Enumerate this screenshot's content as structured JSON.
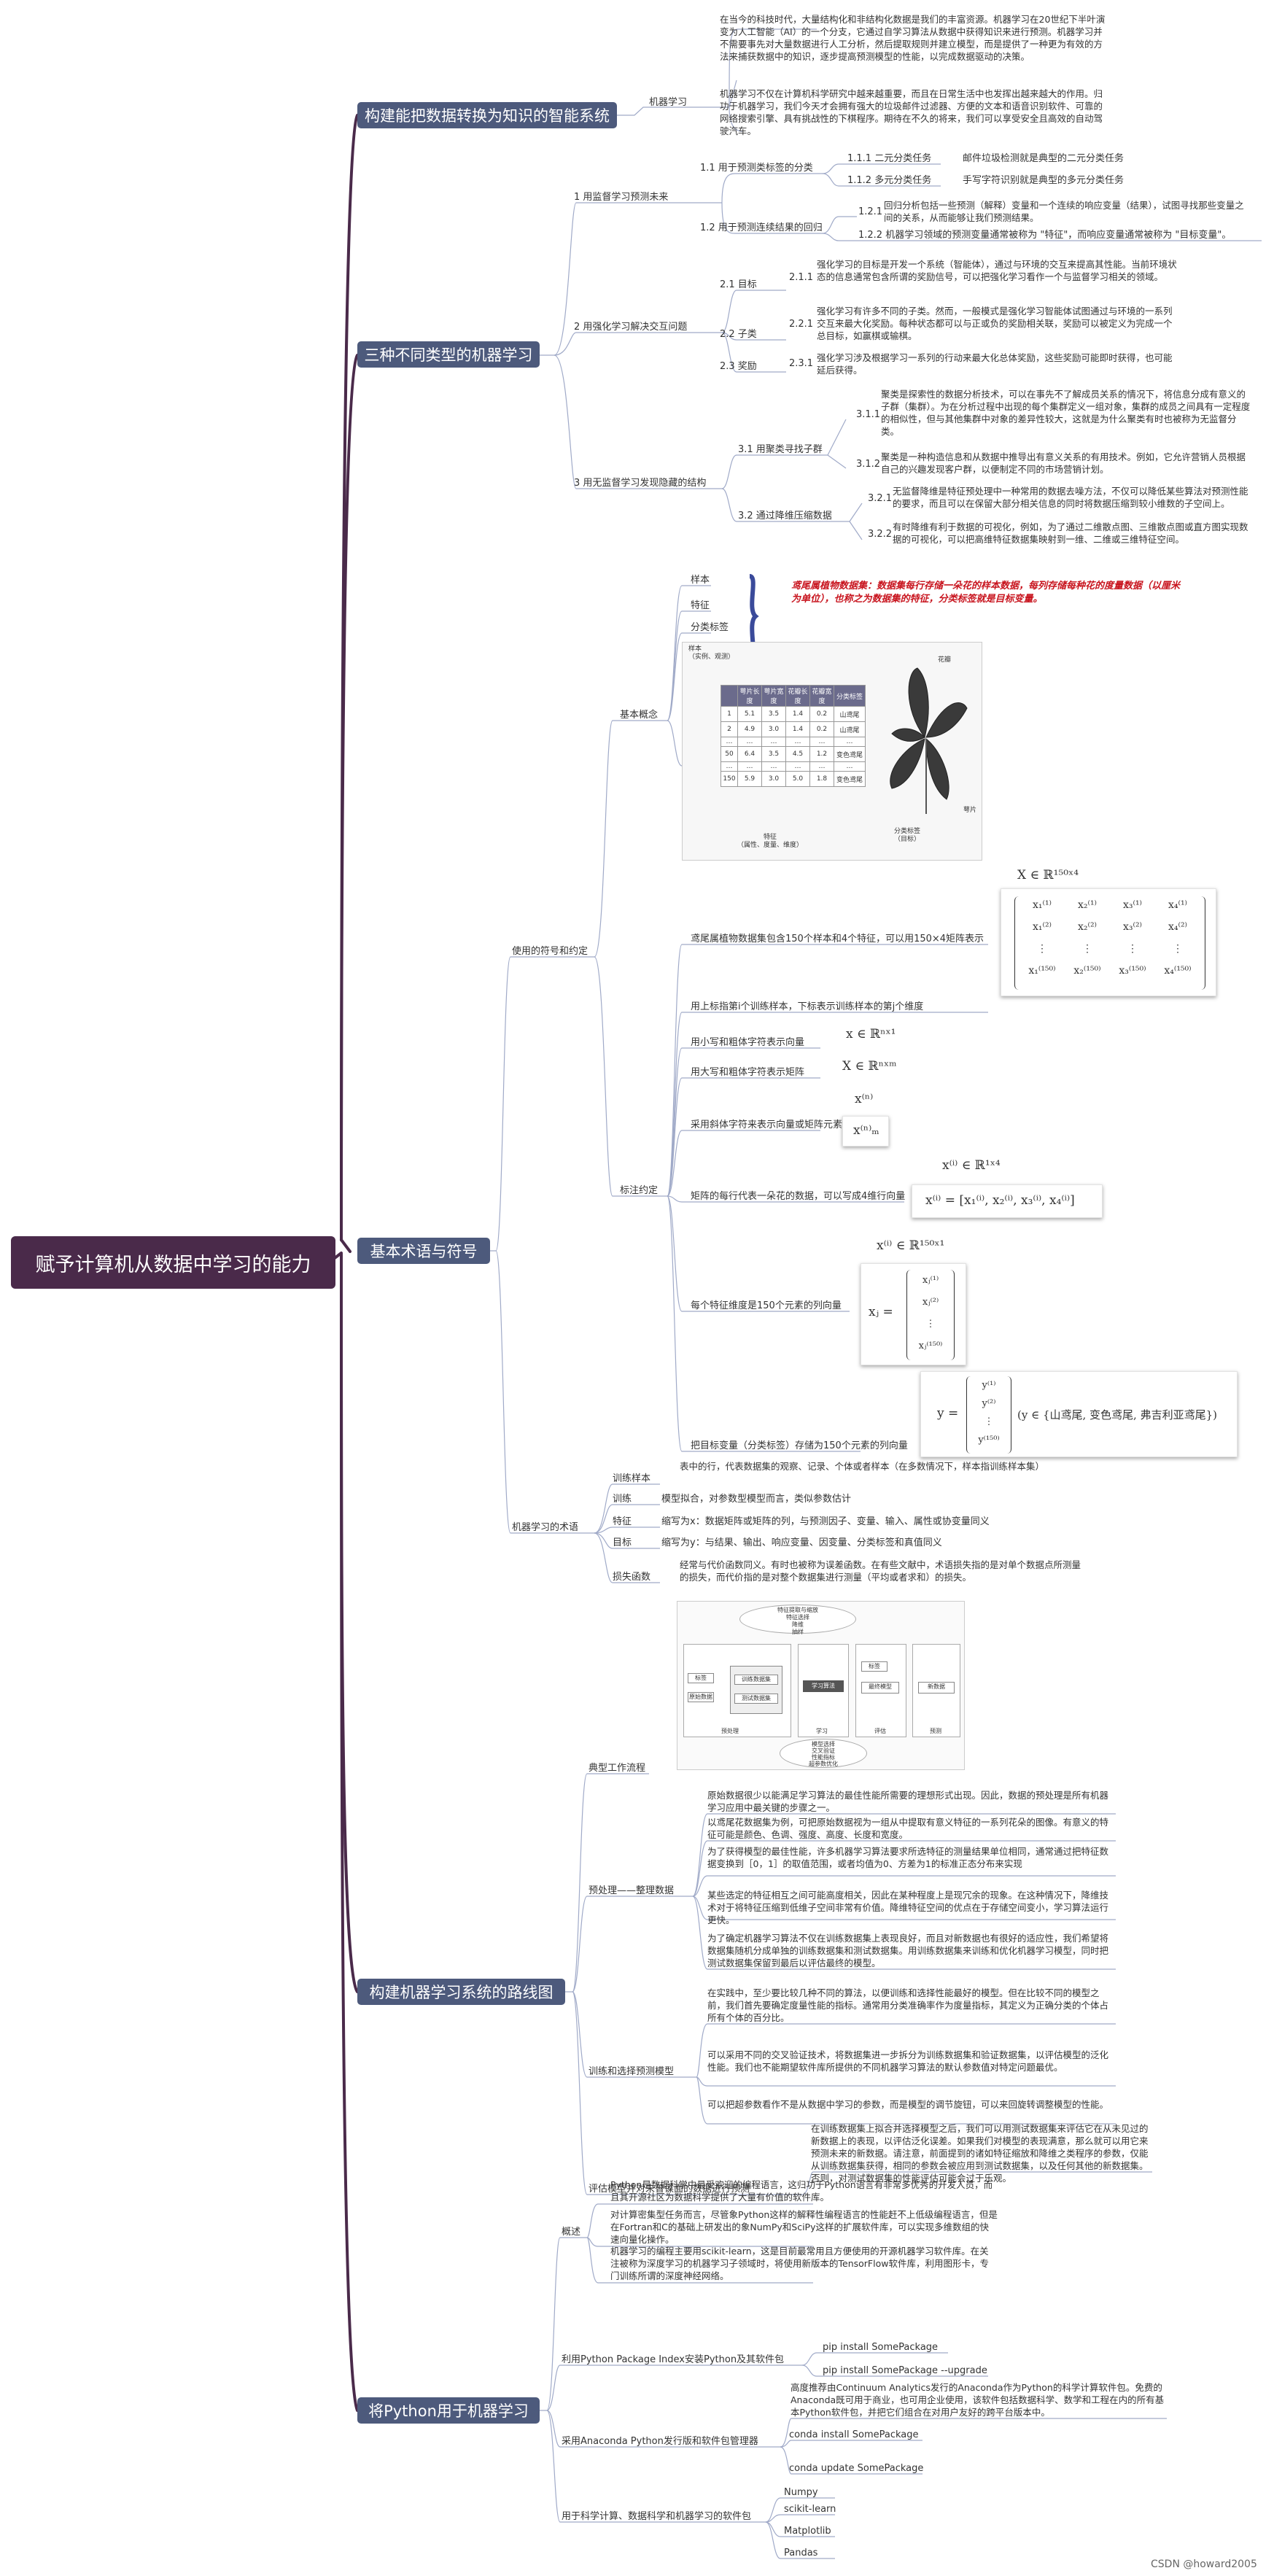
{
  "root": "赋予计算机从数据中学习的能力",
  "main": [
    "构建能把数据转换为知识的智能系统",
    "三种不同类型的机器学习",
    "基本术语与符号",
    "构建机器学习系统的路线图",
    "将Python用于机器学习"
  ],
  "b1": {
    "ml": "机器学习",
    "t1": "在当今的科技时代，大量结构化和非结构化数据是我们的丰富资源。机器学习在20世纪下半叶演变为人工智能（AI）的一个分支，它通过自学习算法从数据中获得知识来进行预测。机器学习并不需要事先对大量数据进行人工分析，然后提取规则并建立模型，而是提供了一种更为有效的方法来捕获数据中的知识，逐步提高预测模型的性能，以完成数据驱动的决策。",
    "t2": "机器学习不仅在计算机科学研究中越来越重要，而且在日常生活中也发挥出越来越大的作用。归功于机器学习，我们今天才会拥有强大的垃圾邮件过滤器、方便的文本和语音识别软件、可靠的网络搜索引擎、具有挑战性的下棋程序。期待在不久的将来，我们可以享受安全且高效的自动驾驶汽车。"
  },
  "b2": {
    "s1": "1 用监督学习预测未来",
    "s11": "1.1 用于预测类标签的分类",
    "s111": "1.1.1 二元分类任务",
    "s111t": "邮件垃圾检测就是典型的二元分类任务",
    "s112": "1.1.2 多元分类任务",
    "s112t": "手写字符识别就是典型的多元分类任务",
    "s12": "1.2 用于预测连续结果的回归",
    "s121": "1.2.1",
    "s121t": "回归分析包括一些预测（解释）变量和一个连续的响应变量（结果），试图寻找那些变量之间的关系，从而能够让我们预测结果。",
    "s122": "1.2.2 机器学习领域的预测变量通常被称为 \"特征\"，而响应变量通常被称为 \"目标变量\"。",
    "s2": "2 用强化学习解决交互问题",
    "s21": "2.1 目标",
    "s211": "2.1.1",
    "s211t": "强化学习的目标是开发一个系统（智能体），通过与环境的交互来提高其性能。当前环境状态的信息通常包含所谓的奖励信号，可以把强化学习看作一个与监督学习相关的领域。",
    "s22": "2.2 子类",
    "s221": "2.2.1",
    "s221t": "强化学习有许多不同的子类。然而，一般模式是强化学习智能体试图通过与环境的一系列交互来最大化奖励。每种状态都可以与正或负的奖励相关联，奖励可以被定义为完成一个总目标，如赢棋或输棋。",
    "s23": "2.3 奖励",
    "s231": "2.3.1",
    "s231t": "强化学习涉及根据学习一系列的行动来最大化总体奖励，这些奖励可能即时获得，也可能延后获得。",
    "s3": "3 用无监督学习发现隐藏的结构",
    "s31": "3.1 用聚类寻找子群",
    "s311": "3.1.1",
    "s311t": "聚类是探索性的数据分析技术，可以在事先不了解成员关系的情况下，将信息分成有意义的子群（集群）。为在分析过程中出现的每个集群定义一组对象，集群的成员之间具有一定程度的相似性，但与其他集群中对象的差异性较大，这就是为什么聚类有时也被称为无监督分类。",
    "s312": "3.1.2",
    "s312t": "聚类是一种构造信息和从数据中推导出有意义关系的有用技术。例如，它允许营销人员根据自己的兴趣发现客户群，以便制定不同的市场营销计划。",
    "s32": "3.2 通过降维压缩数据",
    "s321": "3.2.1",
    "s321t": "无监督降维是特征预处理中一种常用的数据去噪方法，不仅可以降低某些算法对预测性能的要求，而且可以在保留大部分相关信息的同时将数据压缩到较小维数的子空间上。",
    "s322": "3.2.2",
    "s322t": "有时降维有利于数据的可视化，例如，为了通过二维散点图、三维散点图或直方图实现数据的可视化，可以把高维特征数据集映射到一维、二维或三维特征空间。"
  },
  "b3": {
    "usage": "使用的符号和约定",
    "basic": "基本概念",
    "sample": "样本",
    "feature": "特征",
    "label": "分类标签",
    "red": "鸢尾属植物数据集：数据集每行存储一朵花的样本数据，每列存储每种花的度量数据（以厘米为单位），也称之为数据集的特征，分类标签就是目标变量。",
    "fig": {
      "topnote1": "样本",
      "topnote2": "（实例、观测）",
      "petal": "花瓣",
      "sepal": "萼片",
      "head": [
        "",
        "萼片长度",
        "萼片宽度",
        "花瓣长度",
        "花瓣宽度",
        "分类标签"
      ],
      "rows": [
        [
          "1",
          "5.1",
          "3.5",
          "1.4",
          "0.2",
          "山鸢尾"
        ],
        [
          "2",
          "4.9",
          "3.0",
          "1.4",
          "0.2",
          "山鸢尾"
        ],
        [
          "…",
          "…",
          "…",
          "…",
          "…",
          "…"
        ],
        [
          "50",
          "6.4",
          "3.5",
          "4.5",
          "1.2",
          "变色鸢尾"
        ],
        [
          "…",
          "…",
          "…",
          "…",
          "…",
          "…"
        ],
        [
          "150",
          "5.9",
          "3.0",
          "5.0",
          "1.8",
          "变色鸢尾"
        ]
      ],
      "b1": "特征",
      "b2": "（属性、度量、维度）",
      "cl1": "分类标签",
      "cl2": "（目标）"
    },
    "conv": "标注约定",
    "c1": "鸢尾属植物数据集包含150个样本和4个特征，可以用150×4矩阵表示",
    "c1m": "X ∈ ℝ¹⁵⁰ˣ⁴",
    "c2": "用上标指第i个训练样本，下标表示训练样本的第j个维度",
    "c3": "用小写和粗体字符表示向量",
    "c3m": "x ∈ ℝⁿˣ¹",
    "c4": "用大写和粗体字符表示矩阵",
    "c4m": "X ∈ ℝⁿˣᵐ",
    "c5": "采用斜体字符来表示向量或矩阵元素",
    "c5m1": "x⁽ⁿ⁾",
    "c5m2": "x⁽ⁿ⁾ₘ",
    "c6": "矩阵的每行代表一朵花的数据，可以写成4维行向量",
    "c6m1": "x⁽ⁱ⁾ ∈ ℝ¹ˣ⁴",
    "c6m2": "x⁽ⁱ⁾ = [x₁⁽ⁱ⁾, x₂⁽ⁱ⁾, x₃⁽ⁱ⁾, x₄⁽ⁱ⁾]",
    "c7": "每个特征维度是150个元素的列向量",
    "c7m1": "x⁽ⁱ⁾ ∈ ℝ¹⁵⁰ˣ¹",
    "c7m2": "xⱼ =",
    "c7c": [
      "xⱼ⁽¹⁾",
      "xⱼ⁽²⁾",
      "⋮",
      "xⱼ⁽¹⁵⁰⁾"
    ],
    "c8": "把目标变量（分类标签）存储为150个元素的列向量",
    "c8m1": "y =",
    "c8c": [
      "y⁽¹⁾",
      "y⁽²⁾",
      "⋮",
      "y⁽¹⁵⁰⁾"
    ],
    "c8m2": "(y ∈ {山鸢尾, 变色鸢尾, 弗吉利亚鸢尾})",
    "mat": [
      [
        "x₁⁽¹⁾",
        "x₂⁽¹⁾",
        "x₃⁽¹⁾",
        "x₄⁽¹⁾"
      ],
      [
        "x₁⁽²⁾",
        "x₂⁽²⁾",
        "x₃⁽²⁾",
        "x₄⁽²⁾"
      ],
      [
        "⋮",
        "⋮",
        "⋮",
        "⋮"
      ],
      [
        "x₁⁽¹⁵⁰⁾",
        "x₂⁽¹⁵⁰⁾",
        "x₃⁽¹⁵⁰⁾",
        "x₄⁽¹⁵⁰⁾"
      ]
    ],
    "terms": "机器学习的术语",
    "tr": "训练样本",
    "trt": "表中的行，代表数据集的观察、记录、个体或者样本（在多数情况下，样本指训练样本集）",
    "tn": "训练",
    "tnt": "模型拟合，对参数型模型而言，类似参数估计",
    "ft": "特征",
    "ftt": "缩写为x：数据矩阵或矩阵的列，与预测因子、变量、输入、属性或协变量同义",
    "tg": "目标",
    "tgt": "缩写为y：与结果、输出、响应变量、因变量、分类标签和真值同义",
    "ls": "损失函数",
    "lst": "经常与代价函数同义。有时也被称为误差函数。在有些文献中，术语损失指的是对单个数据点所测量的损失，而代价指的是对整个数据集进行测量（平均或者求和）的损失。"
  },
  "b4": {
    "typical": "典型工作流程",
    "wf": {
      "top": [
        "特征提取与缩放",
        "特征选择",
        "降维",
        "抽样"
      ],
      "bot": [
        "模型选择",
        "交叉验证",
        "性能指标",
        "超参数优化"
      ],
      "label": "标签",
      "raw": "原始数据",
      "trainset": "训练数据集",
      "testset": "测试数据集",
      "alg": "学习算法",
      "final": "最终模型",
      "newdata": "新数据",
      "pre": "预处理",
      "learn": "学习",
      "eval": "评估",
      "pred": "预测"
    },
    "pre": "预处理——整理数据",
    "p1": "原始数据很少以能满足学习算法的最佳性能所需要的理想形式出现。因此，数据的预处理是所有机器学习应用中最关键的步骤之一。",
    "p2": "以鸢尾花数据集为例，可把原始数据视为一组从中提取有意义特征的一系列花朵的图像。有意义的特征可能是颜色、色调、强度、高度、长度和宽度。",
    "p3": "为了获得模型的最佳性能，许多机器学习算法要求所选特征的测量结果单位相同，通常通过把特征数据变换到［0，1］的取值范围，或者均值为0、方差为1的标准正态分布来实现",
    "p4": "某些选定的特征相互之间可能高度相关，因此在某种程度上是现冗余的现象。在这种情况下，降维技术对于将特征压缩到低维子空间非常有价值。降维特征空间的优点在于存储空间变小，学习算法运行更快。",
    "p5": "为了确定机器学习算法不仅在训练数据集上表现良好，而且对新数据也有很好的适应性，我们希望将数据集随机分成单独的训练数据集和测试数据集。用训练数据集来训练和优化机器学习模型，同时把测试数据集保留到最后以评估最终的模型。",
    "train": "训练和选择预测模型",
    "q1": "在实践中，至少要比较几种不同的算法，以便训练和选择性能最好的模型。但在比较不同的模型之前，我们首先要确定度量性能的指标。通常用分类准确率作为度量指标，其定义为正确分类的个体占所有个体的百分比。",
    "q2": "可以采用不同的交叉验证技术，将数据集进一步拆分为训练数据集和验证数据集，以评估模型的泛化性能。我们也不能期望软件库所提供的不同机器学习算法的默认参数值对特定问题最优。",
    "q3": "可以把超参数看作不是从数据中学习的参数，而是模型的调节旋钮，可以来回旋转调整模型的性能。",
    "eval": "评估模型并对未曾谋面的数据进行预测",
    "et": "在训练数据集上拟合并选择模型之后，我们可以用测试数据集来评估它在从未见过的新数据上的表现，以评估泛化误差。如果我们对模型的表现满意，那么就可以用它来预测未来的新数据。请注意，前面提到的诸如特征缩放和降维之类程序的参数，仅能从训练数据集获得，相同的参数会被应用到测试数据集，以及任何其他的新数据集。否则，对测试数据集的性能评估可能会过于乐观。"
  },
  "b5": {
    "ov": "概述",
    "o1": "Python是数据科学中最受欢迎的编程语言，这归功于Python语言有非常多优秀的开发人员，而且其开源社区为数据科学提供了大量有价值的软件库。",
    "o2": "对计算密集型任务而言，尽管象Python这样的解释性编程语言的性能赶不上低级编程语言，但是在Fortran和C的基础上研发出的象NumPy和SciPy这样的扩展软件库，可以实现多维数组的快速向量化操作。",
    "o3": "机器学习的编程主要用scikit-learn，这是目前最常用且方便使用的开源机器学习软件库。在关注被称为深度学习的机器学习子领域时，将使用新版本的TensorFlow软件库，利用图形卡，专门训练所谓的深度神经网络。",
    "pip": "利用Python Package Index安装Python及其软件包",
    "pip1": "pip install SomePackage",
    "pip2": "pip install SomePackage --upgrade",
    "conda": "采用Anaconda Python发行版和软件包管理器",
    "ct": "高度推荐由Continuum Analytics发行的Anaconda作为Python的科学计算软件包。免费的Anaconda既可用于商业，也可用企业使用，该软件包括数据科学、数学和工程在内的所有基本Python软件包，并把它们组合在对用户友好的跨平台版本中。",
    "c1": "conda install SomePackage",
    "c2": "conda update SomePackage",
    "libs": "用于科学计算、数据科学和机器学习的软件包",
    "l": [
      "Numpy",
      "scikit-learn",
      "Matplotlib",
      "Pandas"
    ]
  },
  "footer": "CSDN @howard2005",
  "colors": {
    "root": "#4a2a4a",
    "main": "#4d5a7c",
    "trunk": "#4a2a4a",
    "line": "#9aa6c4",
    "red": "#c8141e",
    "brace": "#3a4a9a"
  }
}
